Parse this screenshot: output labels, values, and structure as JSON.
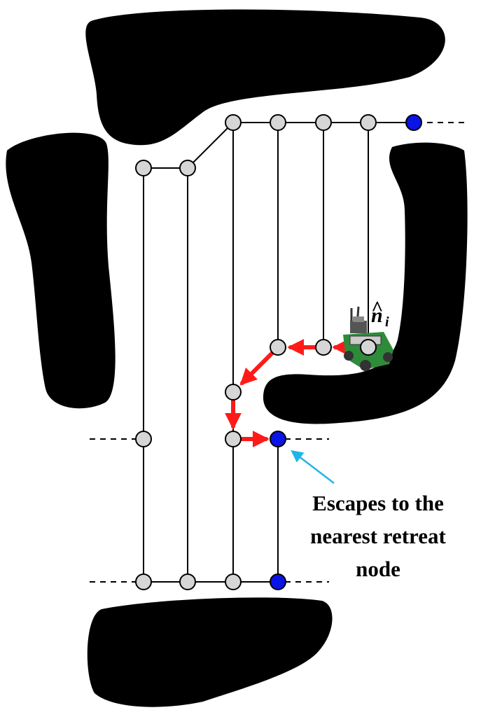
{
  "colors": {
    "obstacle": "#000000",
    "edge": "#000000",
    "node_fill": "#d6d6d6",
    "retreat_node_fill": "#0a14e6",
    "escape_path": "#ff1a1a",
    "pointer": "#22b4e6",
    "robot_body": "#2e8b3a",
    "robot_top": "#555555"
  },
  "legend": {
    "current_node_label": "n",
    "current_node_hat": "^",
    "current_node_subscript": "i"
  },
  "annotation": {
    "line1": "Escapes to the",
    "line2": "nearest retreat",
    "line3": "node"
  },
  "icons": {
    "robot": "robot-icon"
  }
}
